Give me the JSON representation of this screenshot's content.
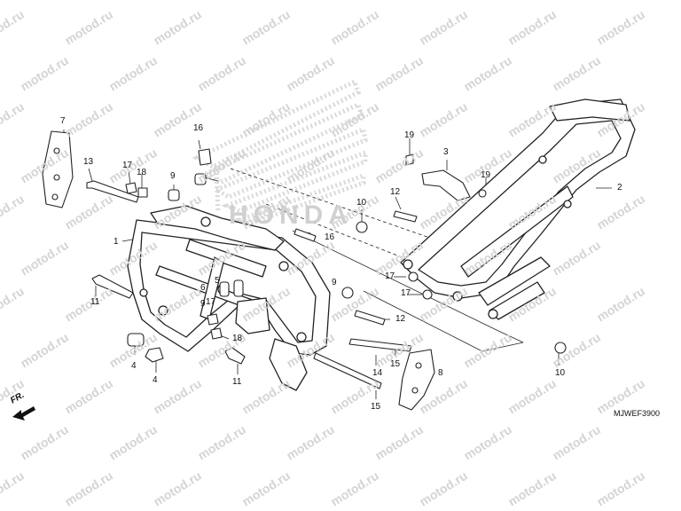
{
  "watermark_text": "motod.ru",
  "brand_text": "HONDA",
  "diagram_code": "MJWEF3900",
  "direction_label": "FR.",
  "callouts": [
    "1",
    "2",
    "3",
    "4",
    "4",
    "5",
    "6",
    "7",
    "8",
    "9",
    "9",
    "9",
    "10",
    "10",
    "11",
    "11",
    "11",
    "12",
    "12",
    "13",
    "14",
    "15",
    "15",
    "16",
    "16",
    "17",
    "17",
    "17",
    "17",
    "18",
    "18",
    "19",
    "19"
  ],
  "colors": {
    "line": "#222222",
    "watermark": "#d4d4d4",
    "background": "#ffffff"
  },
  "icons": [
    "direction-arrow-icon",
    "honda-wing-logo"
  ]
}
